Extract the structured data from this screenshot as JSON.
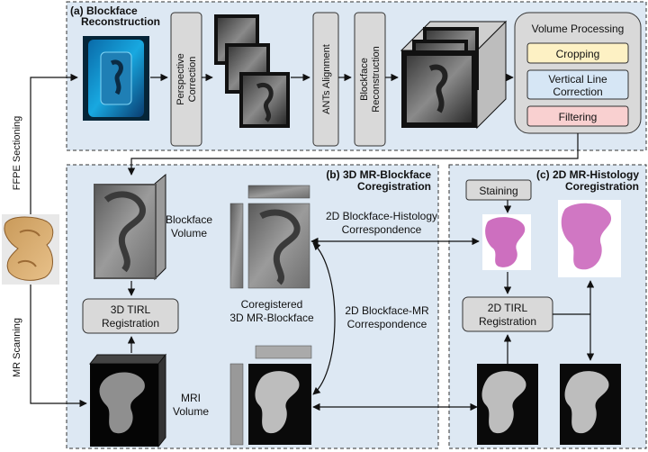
{
  "panels": {
    "a": {
      "title_line1": "(a) Blockface",
      "title_line2": "Reconstruction"
    },
    "b": {
      "title_line1": "(b) 3D MR-Blockface",
      "title_line2": "Coregistration"
    },
    "c": {
      "title_line1": "(c) 2D MR-Histology",
      "title_line2": "Coregistration"
    }
  },
  "steps": {
    "perspective": {
      "line1": "Perspective",
      "line2": "Correction"
    },
    "ants": {
      "label": "ANTs Alignment"
    },
    "reconstruction": {
      "line1": "Blockface",
      "line2": "Reconstruction"
    },
    "volume_processing": {
      "title": "Volume Processing",
      "cropping": "Cropping",
      "vertical_line_line1": "Vertical Line",
      "vertical_line_line2": "Correction",
      "filtering": "Filtering"
    },
    "tirl3d": {
      "line1": "3D TIRL",
      "line2": "Registration"
    },
    "tirl2d": {
      "line1": "2D TIRL",
      "line2": "Registration"
    },
    "staining": {
      "label": "Staining"
    }
  },
  "labels": {
    "ffpe": "FFPE Sectioning",
    "mr_scanning": "MR Scanning",
    "blockface_volume_line1": "Blockface",
    "blockface_volume_line2": "Volume",
    "mri_volume_line1": "MRI",
    "mri_volume_line2": "Volume",
    "coregistered_line1": "Coregistered",
    "coregistered_line2": "3D MR-Blockface",
    "bh_corr_line1": "2D Blockface-Histology",
    "bh_corr_line2": "Correspondence",
    "bmr_corr_line1": "2D Blockface-MR",
    "bmr_corr_line2": "Correspondence"
  },
  "colors": {
    "panel_bg": "#dde8f3",
    "step_box": "#d9d9d9",
    "cropping": "#fdf1c4",
    "vertical_line": "#d6e6f5",
    "filtering": "#f9d0d0",
    "histology": "#c85fb8"
  }
}
